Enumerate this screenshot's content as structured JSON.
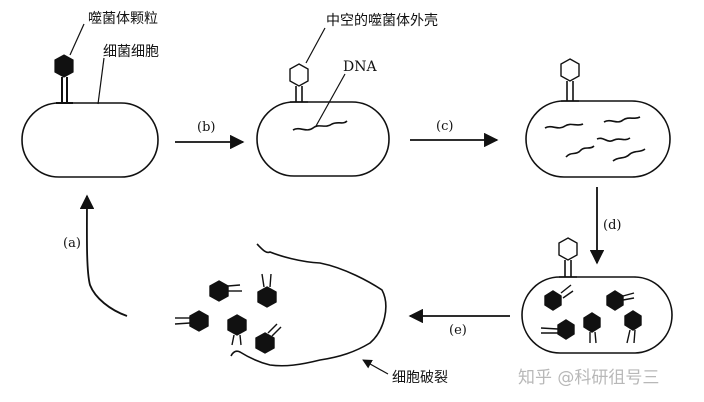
{
  "labels": {
    "phage_particle": "噬菌体颗粒",
    "bacterial_cell": "细菌细胞",
    "empty_phage_shell": "中空的噬菌体外壳",
    "dna": "DNA",
    "cell_lysis": "细胞破裂"
  },
  "steps": {
    "a": "(a)",
    "b": "(b)",
    "c": "(c)",
    "d": "(d)",
    "e": "(e)"
  },
  "watermark": "知乎 @科研徂号三"
}
